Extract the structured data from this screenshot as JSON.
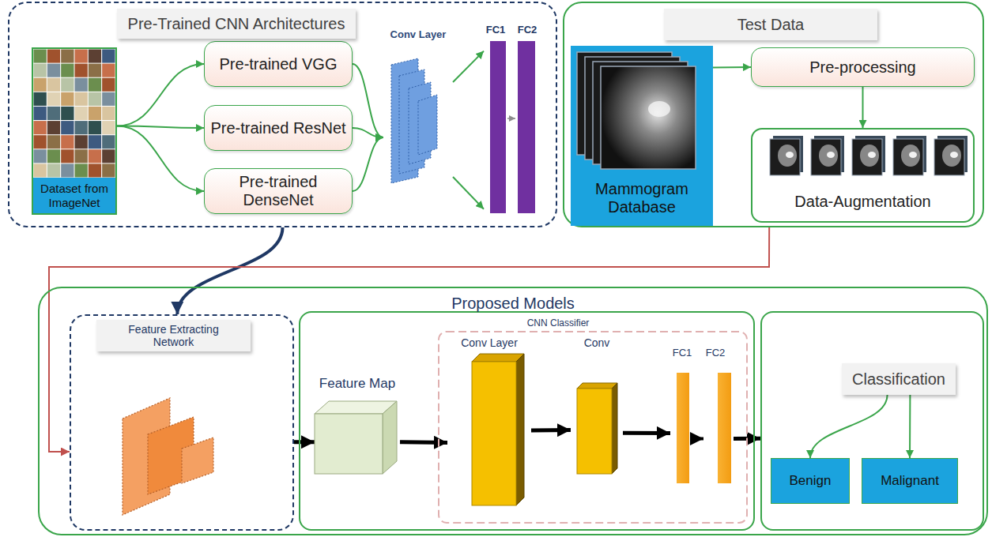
{
  "diagram": {
    "nodes": [
      {
        "text": [
          "Pre-Trained CNN Architectures"
        ]
      },
      {
        "text": [
          "Dataset from ImageNet"
        ],
        "in": 0
      },
      {
        "text": [
          "Pre-trained VGG"
        ],
        "in": 0
      },
      {
        "text": [
          "Pre-trained ResNet"
        ],
        "in": 0
      },
      {
        "text": [
          "Pre-trained DenseNet"
        ],
        "in": 0
      },
      {
        "text": [
          "Conv Layer"
        ],
        "in": 0
      },
      {
        "text": [
          "FC1"
        ],
        "in": 0
      },
      {
        "text": [
          "FC2"
        ],
        "in": 0
      },
      {
        "text": [
          "Test Data"
        ]
      },
      {
        "text": [
          "Mammogram Database"
        ],
        "in": 8
      },
      {
        "text": [
          "Pre-processing"
        ],
        "in": 8
      },
      {
        "text": [
          "Data-Augmentation"
        ],
        "in": 8
      },
      {
        "text": [
          "Proposed Models"
        ]
      },
      {
        "text": [
          "Feature Extracting Network"
        ],
        "in": 12
      },
      {
        "text": [
          "CNN Classifier"
        ],
        "in": 12
      },
      {
        "text": [
          "Feature Map"
        ],
        "in": 14
      },
      {
        "text": [
          "Conv Layer"
        ],
        "in": 14
      },
      {
        "text": [
          "Conv"
        ],
        "in": 14
      },
      {
        "text": [
          "FC1"
        ],
        "in": 14
      },
      {
        "text": [
          "FC2"
        ],
        "in": 14
      },
      {
        "text": [
          "Classification"
        ],
        "in": 12
      },
      {
        "text": [
          "Benign"
        ],
        "in": 20
      },
      {
        "text": [
          "Malignant"
        ],
        "in": 20
      }
    ],
    "edges": [
      {
        "from": 1,
        "to": 2,
        "arrow": "to"
      },
      {
        "from": 1,
        "to": 3,
        "arrow": "to"
      },
      {
        "from": 1,
        "to": 4,
        "arrow": "to"
      },
      {
        "from": 2,
        "to": 5,
        "arrow": "to"
      },
      {
        "from": 3,
        "to": 5,
        "arrow": "to"
      },
      {
        "from": 4,
        "to": 5,
        "arrow": "to"
      },
      {
        "from": 5,
        "to": 6,
        "arrow": "to"
      },
      {
        "from": 6,
        "to": 7,
        "arrow": "to"
      },
      {
        "from": 9,
        "to": 10,
        "arrow": "to"
      },
      {
        "from": 10,
        "to": 11,
        "arrow": "to"
      },
      {
        "from": 0,
        "to": 13,
        "arrow": "to"
      },
      {
        "from": 8,
        "to": 13,
        "arrow": "to"
      },
      {
        "from": 13,
        "to": 15,
        "arrow": "to"
      },
      {
        "from": 15,
        "to": 16,
        "arrow": "to"
      },
      {
        "from": 16,
        "to": 17,
        "arrow": "to"
      },
      {
        "from": 17,
        "to": 18,
        "arrow": "to"
      },
      {
        "from": 18,
        "to": 19,
        "arrow": "to"
      },
      {
        "from": 19,
        "to": 20,
        "arrow": "to"
      },
      {
        "from": 20,
        "to": 21,
        "arrow": "to"
      },
      {
        "from": 20,
        "to": 22,
        "arrow": "to"
      }
    ]
  }
}
